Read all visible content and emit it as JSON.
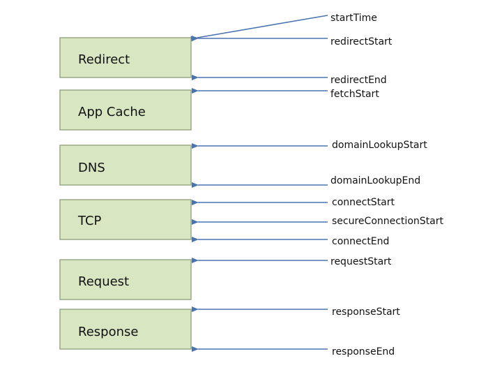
{
  "colors": {
    "box_fill": "#d9e6c2",
    "box_border": "#9aaa86",
    "arrow": "#4a74b0",
    "text": "#111111"
  },
  "phases": [
    {
      "id": "redirect",
      "label": "Redirect"
    },
    {
      "id": "app-cache",
      "label": "App Cache"
    },
    {
      "id": "dns",
      "label": "DNS"
    },
    {
      "id": "tcp",
      "label": "TCP"
    },
    {
      "id": "request",
      "label": "Request"
    },
    {
      "id": "response",
      "label": "Response"
    }
  ],
  "events": [
    {
      "id": "startTime",
      "label": "startTime"
    },
    {
      "id": "redirectStart",
      "label": "redirectStart"
    },
    {
      "id": "redirectEnd",
      "label": "redirectEnd"
    },
    {
      "id": "fetchStart",
      "label": "fetchStart"
    },
    {
      "id": "domainLookupStart",
      "label": "domainLookupStart"
    },
    {
      "id": "domainLookupEnd",
      "label": "domainLookupEnd"
    },
    {
      "id": "connectStart",
      "label": "connectStart"
    },
    {
      "id": "secureConnectionStart",
      "label": "secureConnectionStart"
    },
    {
      "id": "connectEnd",
      "label": "connectEnd"
    },
    {
      "id": "requestStart",
      "label": "requestStart"
    },
    {
      "id": "responseStart",
      "label": "responseStart"
    },
    {
      "id": "responseEnd",
      "label": "responseEnd"
    }
  ]
}
